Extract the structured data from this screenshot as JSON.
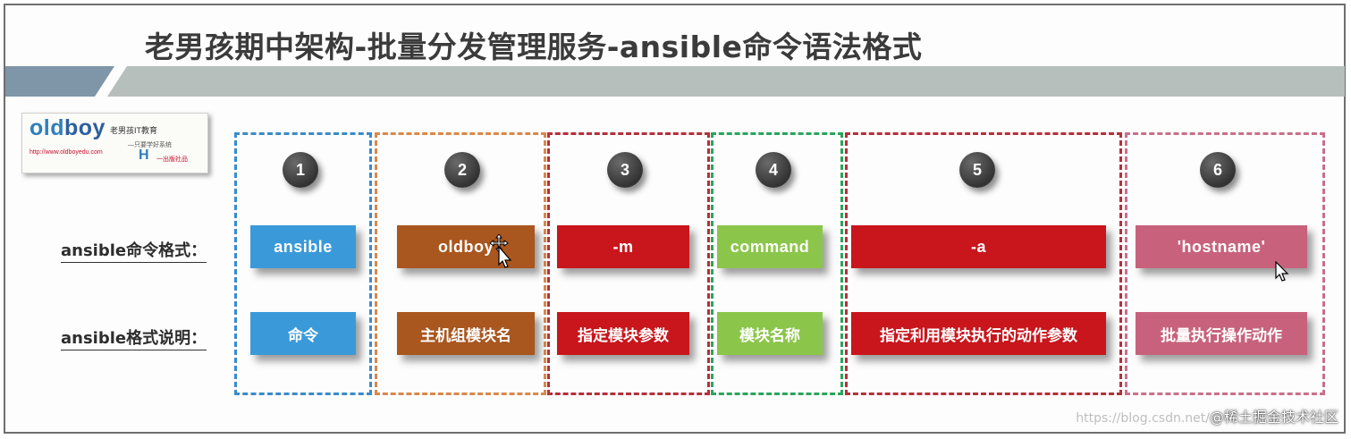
{
  "title": "老男孩期中架构-批量分发管理服务-ansible命令语法格式",
  "logo": {
    "word_part1": "old",
    "word_part2": "boy",
    "cn": "老男孩IT教育",
    "slogan": "—只要学好系统",
    "url": "http://www.oldboyedu.com",
    "h": "H",
    "red": "一出版社品"
  },
  "row_labels": {
    "format": "ansible命令格式：",
    "explain": "ansible格式说明："
  },
  "groups": [
    {
      "number": "1",
      "command": "ansible",
      "explain": "命令",
      "border_color": "#3a8bc8",
      "box_color": "#3a9ad9"
    },
    {
      "number": "2",
      "command": "oldboy",
      "explain": "主机组模块名",
      "border_color": "#d9884a",
      "box_color": "#a9561f"
    },
    {
      "number": "3",
      "command": "-m",
      "explain": "指定模块参数",
      "border_color": "#b3303a",
      "box_color": "#c8161c"
    },
    {
      "number": "4",
      "command": "command",
      "explain": "模块名称",
      "border_color": "#2aa55a",
      "box_color": "#8bc64a"
    },
    {
      "number": "5",
      "command": "-a",
      "explain": "指定利用模块执行的动作参数",
      "border_color": "#b3303a",
      "box_color": "#c8161c"
    },
    {
      "number": "6",
      "command": "'hostname'",
      "explain": "批量执行操作动作",
      "border_color": "#c96f8a",
      "box_color": "#c8627c"
    }
  ],
  "watermark": {
    "faint": "https://blog.csdn.net/",
    "text": "@稀土掘金技术社区"
  }
}
